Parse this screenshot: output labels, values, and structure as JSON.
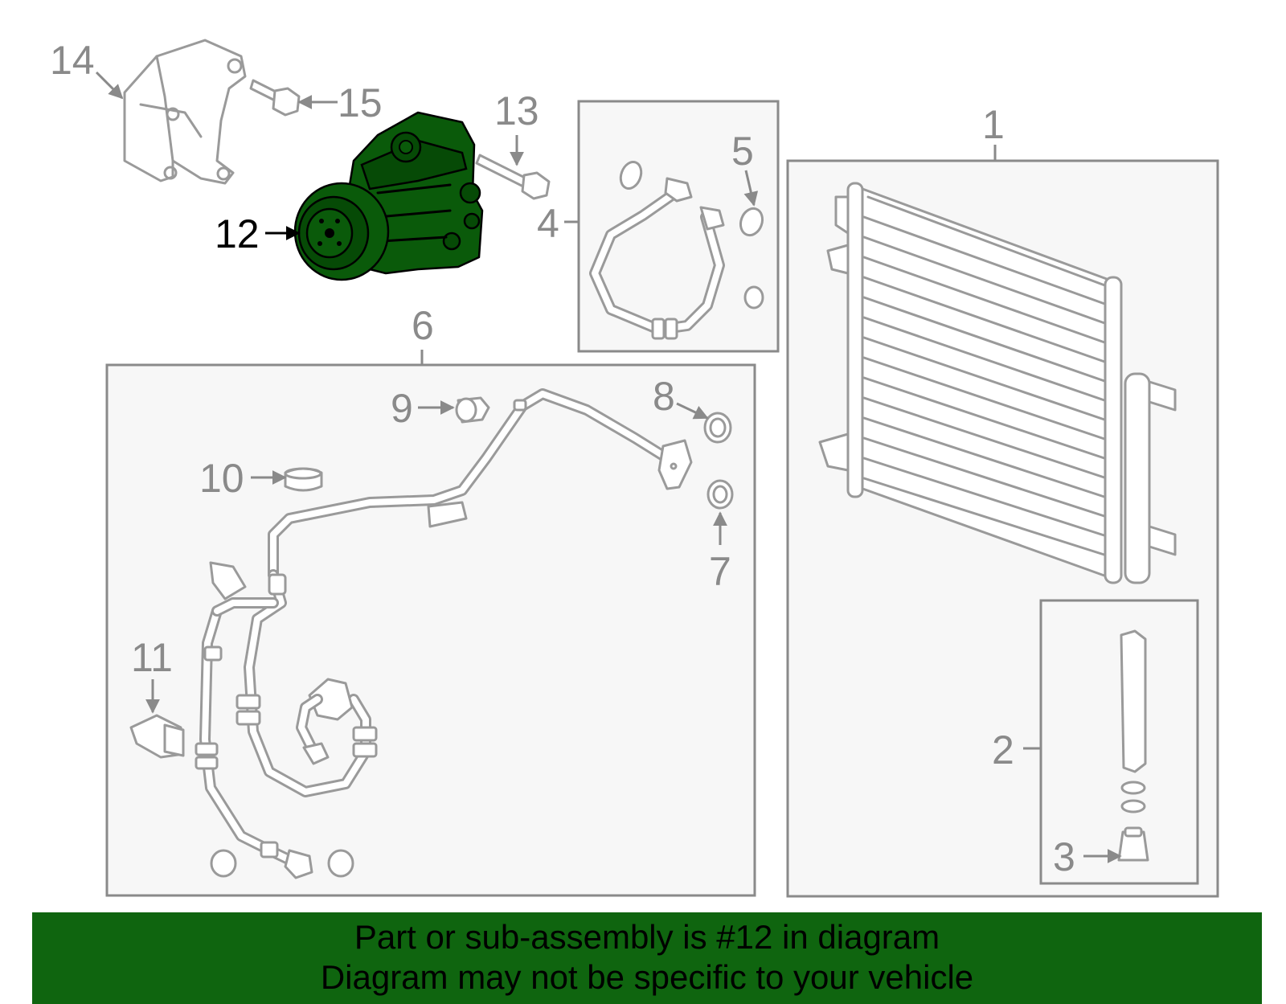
{
  "callouts": {
    "c1": "1",
    "c2": "2",
    "c3": "3",
    "c4": "4",
    "c5": "5",
    "c6": "6",
    "c7": "7",
    "c8": "8",
    "c9": "9",
    "c10": "10",
    "c11": "11",
    "c12": "12",
    "c13": "13",
    "c14": "14",
    "c15": "15"
  },
  "highlight": {
    "part_number": "12",
    "color": "#0a5a0a"
  },
  "banner": {
    "line1": "Part or sub-assembly is #12 in diagram",
    "line2": "Diagram may not be specific to your vehicle",
    "background": "#0f650f"
  }
}
